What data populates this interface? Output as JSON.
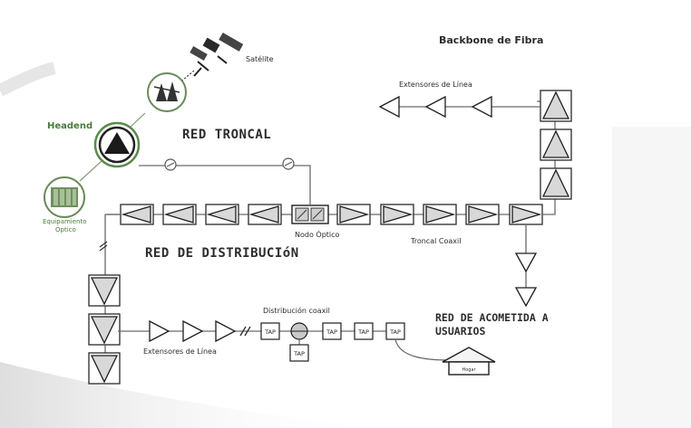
{
  "labels": {
    "backbone": "Backbone de Fibra",
    "satellite": "Satélite",
    "headend": "Headend",
    "optical_equipment_line1": "Equipamiento",
    "optical_equipment_line2": "Óptico",
    "trunk_network": "RED TRONCAL",
    "distribution_network": "RED DE DISTRIBUCIóN",
    "optical_node": "Nodo Óptico",
    "coax_trunk": "Troncal Coaxil",
    "line_extenders_top": "Extensores de Línea",
    "line_extenders_bottom": "Extensores de Línea",
    "coax_distribution": "Distribución coaxil",
    "drop_network_line1": "RED DE ACOMETIDA A",
    "drop_network_line2": "USUARIOS",
    "tap": "TAP",
    "home": "Hogar"
  },
  "colors": {
    "line": "#6a6a6a",
    "amp_fill": "#d8d8d8",
    "amp_stroke": "#1e1e1e",
    "headend_accent": "#4a7a3a",
    "swoosh": "#d9d9d9"
  }
}
